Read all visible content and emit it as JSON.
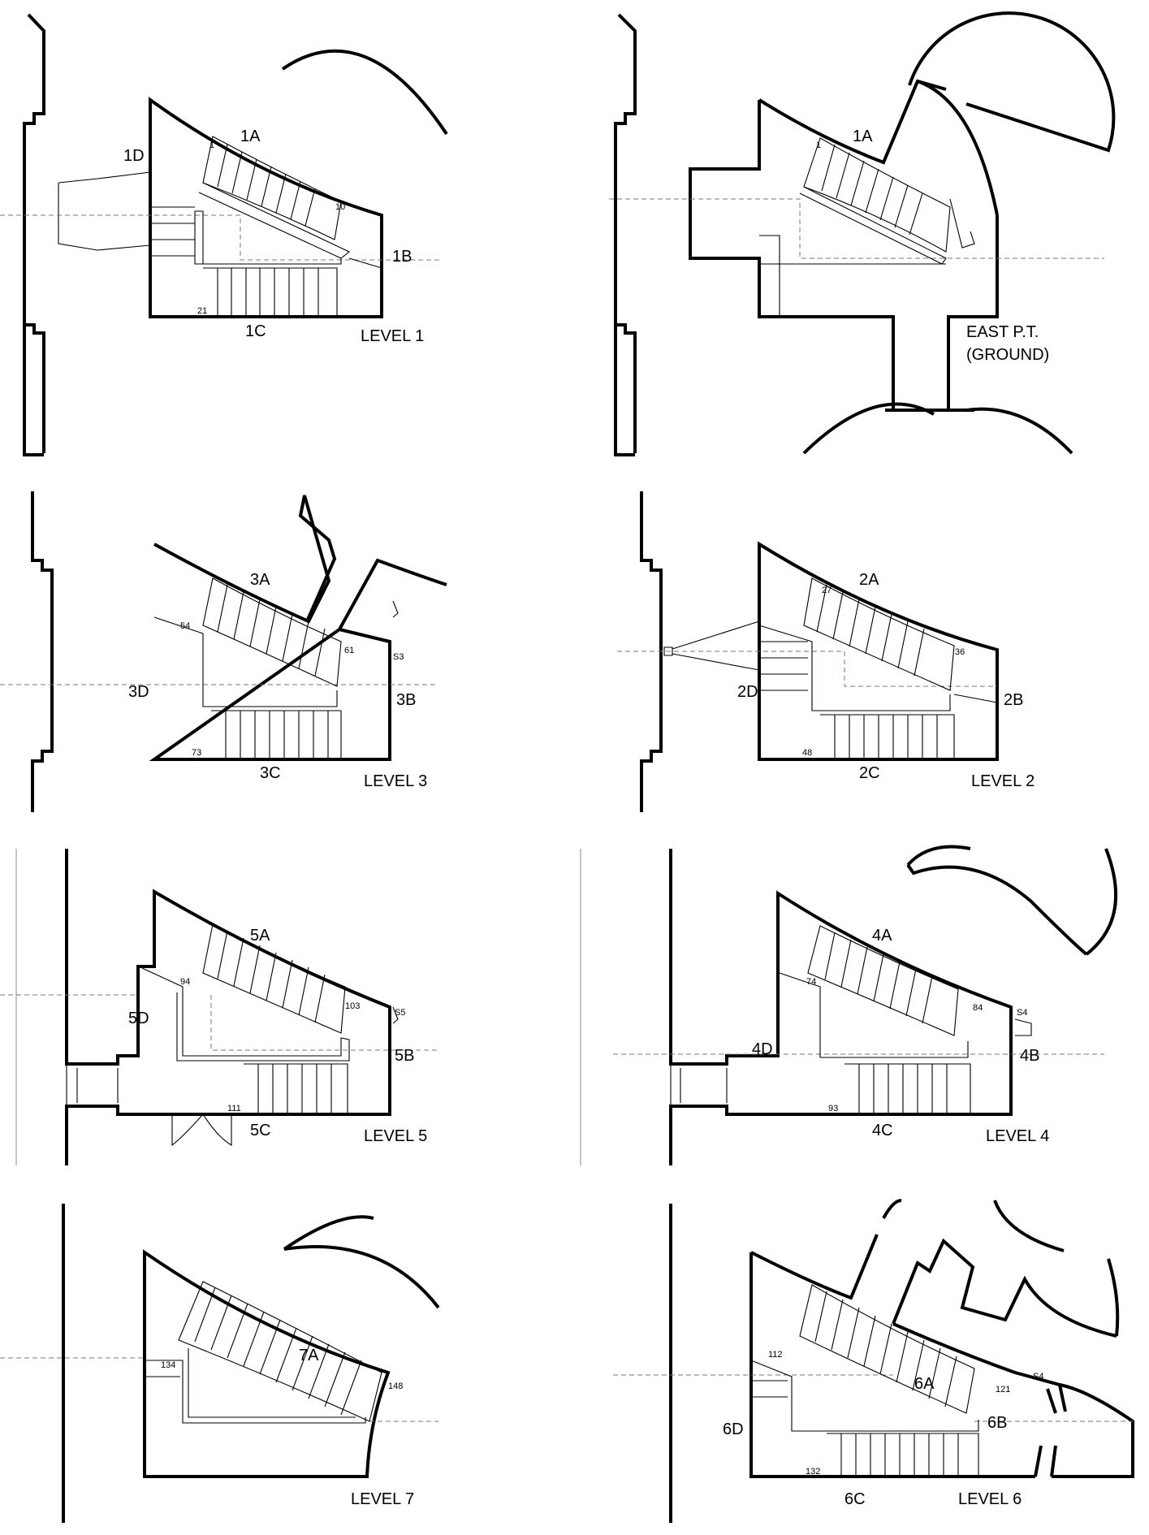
{
  "panels": {
    "level1": {
      "title": "LEVEL 1",
      "labels": {
        "a": "1A",
        "b": "1B",
        "c": "1C",
        "d": "1D"
      },
      "steps": {
        "first": "1",
        "mid": "10",
        "last": "21"
      }
    },
    "ground": {
      "title_line1": "EAST P.T.",
      "title_line2": "(GROUND)",
      "labels": {
        "a": "1A"
      },
      "steps": {
        "first": "1"
      }
    },
    "level3": {
      "title": "LEVEL 3",
      "labels": {
        "a": "3A",
        "b": "3B",
        "c": "3C",
        "d": "3D",
        "s": "S3"
      },
      "steps": {
        "first": "54",
        "mid": "61",
        "last": "73"
      }
    },
    "level2": {
      "title": "LEVEL 2",
      "labels": {
        "a": "2A",
        "b": "2B",
        "c": "2C",
        "d": "2D"
      },
      "steps": {
        "first": "27",
        "mid": "36",
        "last": "48"
      }
    },
    "level5": {
      "title": "LEVEL 5",
      "labels": {
        "a": "5A",
        "b": "5B",
        "c": "5C",
        "d": "5D",
        "s": "S5"
      },
      "steps": {
        "first": "94",
        "mid": "103",
        "last": "111"
      }
    },
    "level4": {
      "title": "LEVEL 4",
      "labels": {
        "a": "4A",
        "b": "4B",
        "c": "4C",
        "d": "4D",
        "s": "S4"
      },
      "steps": {
        "first": "74",
        "mid": "84",
        "last": "93"
      }
    },
    "level7": {
      "title": "LEVEL 7",
      "labels": {
        "a": "7A"
      },
      "steps": {
        "first": "134",
        "last": "148"
      }
    },
    "level6": {
      "title": "LEVEL 6",
      "labels": {
        "a": "6A",
        "b": "6B",
        "c": "6C",
        "d": "6D",
        "s": "S4"
      },
      "steps": {
        "first": "112",
        "mid": "121",
        "last": "132"
      }
    }
  }
}
